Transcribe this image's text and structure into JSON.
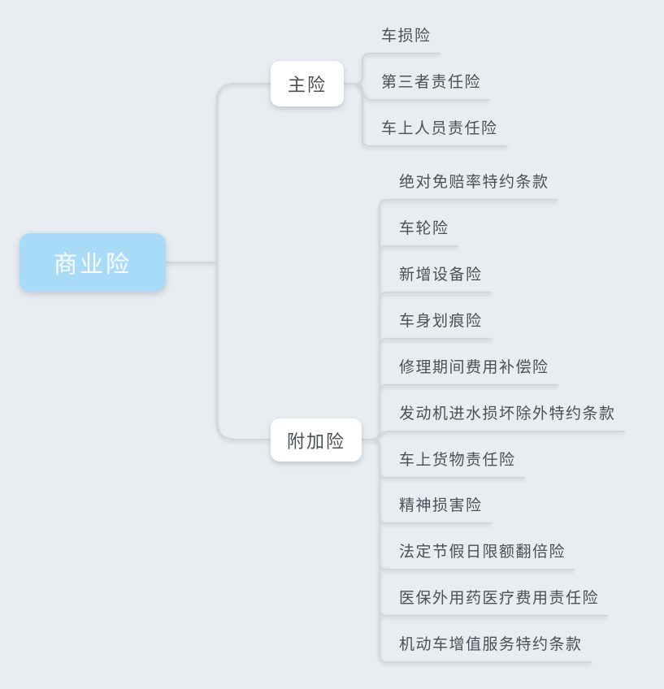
{
  "root": {
    "label": "商业险"
  },
  "branches": [
    {
      "label": "主险",
      "children": [
        "车损险",
        "第三者责任险",
        "车上人员责任险"
      ]
    },
    {
      "label": "附加险",
      "children": [
        "绝对免赔率特约条款",
        "车轮险",
        "新增设备险",
        "车身划痕险",
        "修理期间费用补偿险",
        "发动机进水损坏除外特约条款",
        "车上货物责任险",
        "精神损害险",
        "法定节假日限额翻倍险",
        "医保外用药医疗费用责任险",
        "机动车增值服务特约条款"
      ]
    }
  ],
  "colors": {
    "background": "#e9edf1",
    "root_fill": "#a8dbf8",
    "root_text": "#ffffff",
    "node_fill": "#ffffff",
    "node_text": "#4a4f54",
    "leaf_text": "#4b5056",
    "line": "#d2d6da"
  }
}
